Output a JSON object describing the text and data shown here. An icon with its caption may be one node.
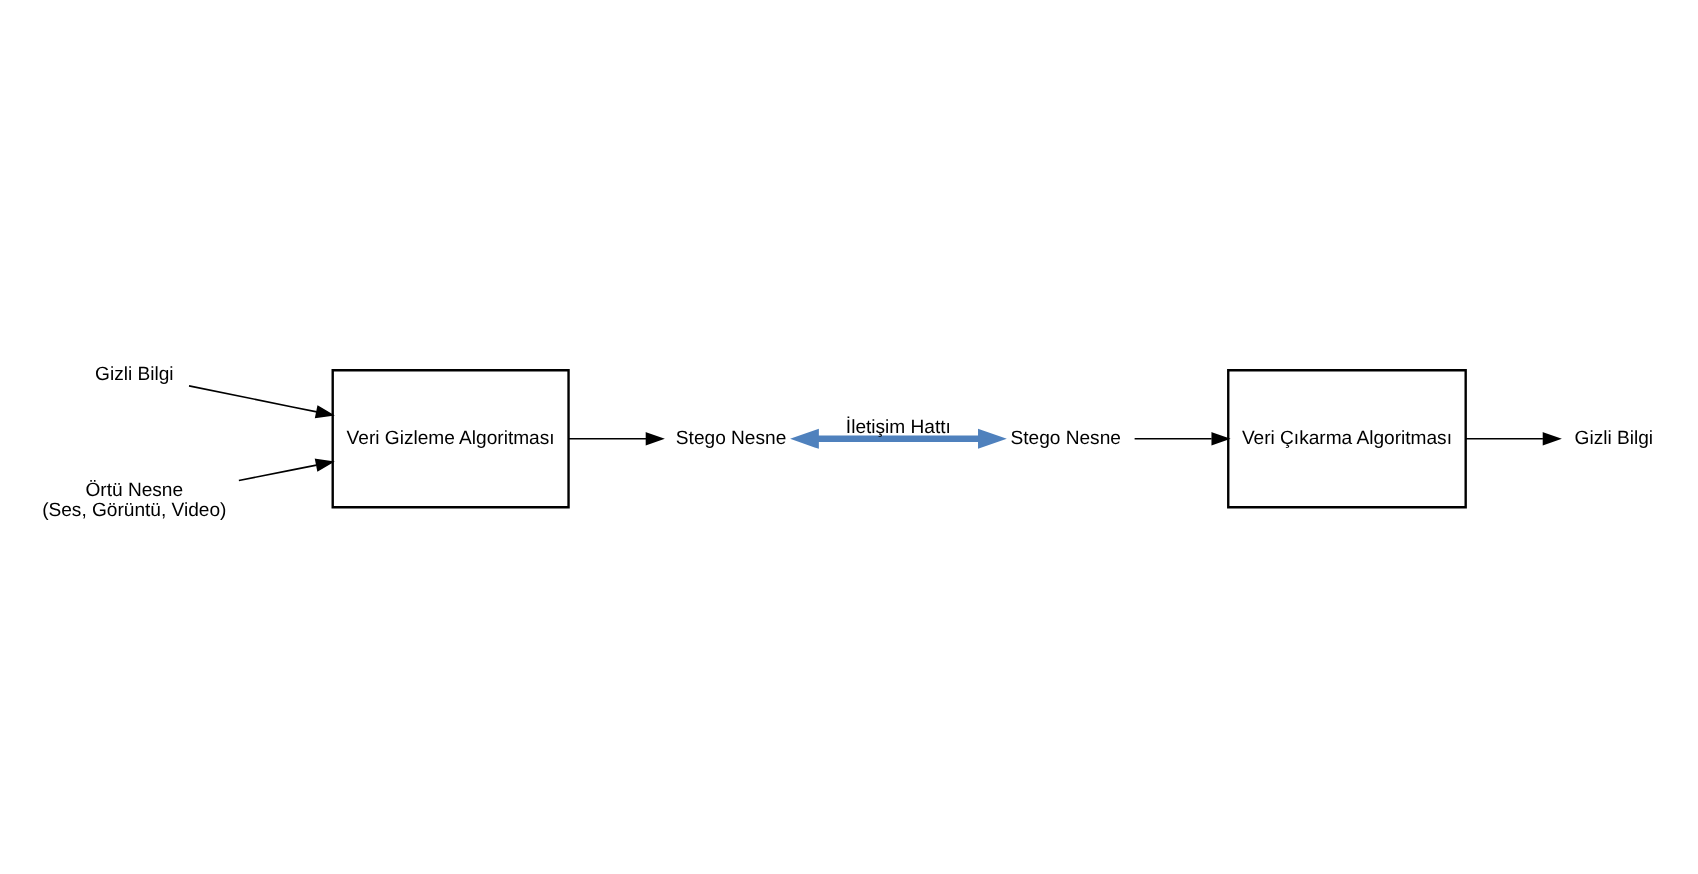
{
  "diagram": {
    "nodes": [
      {
        "text": [
          "Gizli Bilgi"
        ]
      },
      {
        "text": [
          "Örtü Nesne",
          "(Ses, Görüntü, Video)"
        ]
      },
      {
        "text": [
          "Veri Gizleme Algoritması"
        ]
      },
      {
        "text": [
          "Stego Nesne"
        ]
      },
      {
        "text": [
          "Stego Nesne"
        ]
      },
      {
        "text": [
          "Veri Çıkarma Algoritması"
        ]
      },
      {
        "text": [
          "Gizli Bilgi"
        ]
      }
    ],
    "edges": [
      {
        "from": 0,
        "to": 2,
        "arrow": "to"
      },
      {
        "from": 1,
        "to": 2,
        "arrow": "to"
      },
      {
        "from": 2,
        "to": 3,
        "arrow": "to"
      },
      {
        "from": 3,
        "to": 4,
        "arrow": "both",
        "label": "İletişim Hattı",
        "style": "thick",
        "color": "#4f81bd"
      },
      {
        "from": 4,
        "to": 5,
        "arrow": "to"
      },
      {
        "from": 5,
        "to": 6,
        "arrow": "to"
      }
    ]
  }
}
